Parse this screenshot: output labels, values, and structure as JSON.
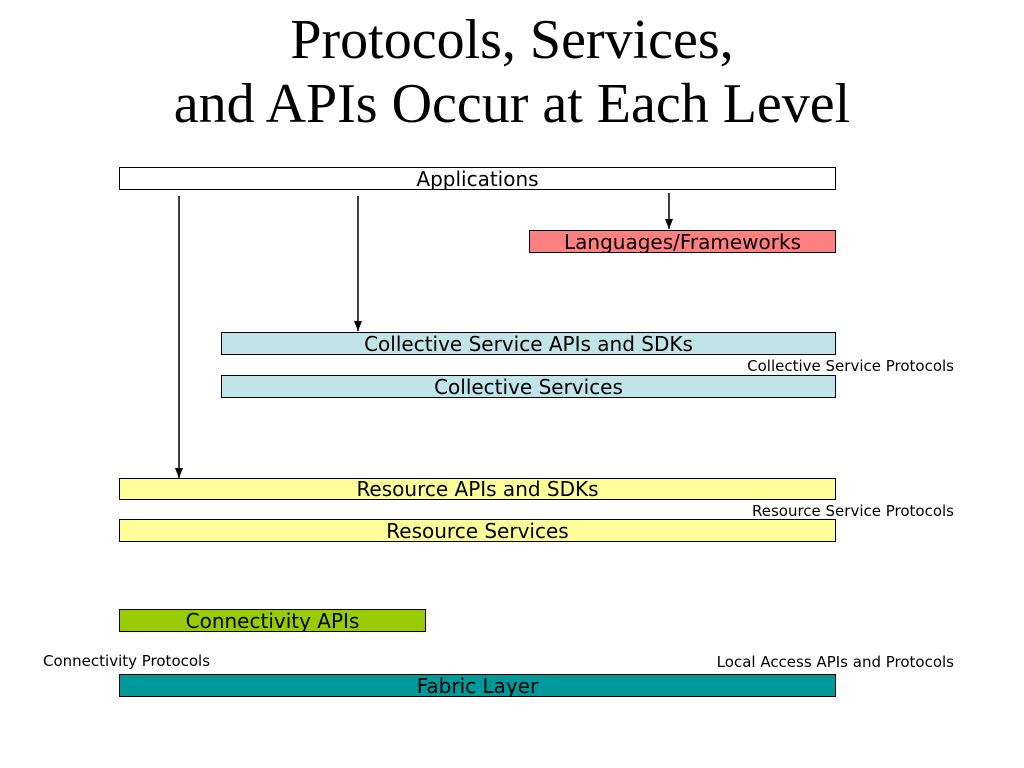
{
  "title": {
    "line1": "Protocols, Services,",
    "line2": "and APIs Occur at Each Level"
  },
  "layers": {
    "applications": "Applications",
    "languages": "Languages/Frameworks",
    "collective_apis": "Collective Service APIs and SDKs",
    "collective_services": "Collective Services",
    "resource_apis": "Resource APIs and SDKs",
    "resource_services": "Resource Services",
    "connectivity_apis": "Connectivity APIs",
    "fabric": "Fabric Layer"
  },
  "protocols": {
    "collective": "Collective Service Protocols",
    "resource": "Resource Service Protocols",
    "connectivity": "Connectivity Protocols",
    "local_access": "Local Access APIs and Protocols"
  },
  "colors": {
    "applications": "#ffffff",
    "languages": "#ff8080",
    "collective": "#c0e4e8",
    "resource": "#ffff99",
    "connectivity": "#99cc00",
    "fabric": "#009999"
  },
  "arrows": [
    {
      "from": "applications",
      "to": "languages"
    },
    {
      "from": "applications",
      "to": "collective_apis"
    },
    {
      "from": "applications",
      "to": "resource_apis"
    }
  ]
}
